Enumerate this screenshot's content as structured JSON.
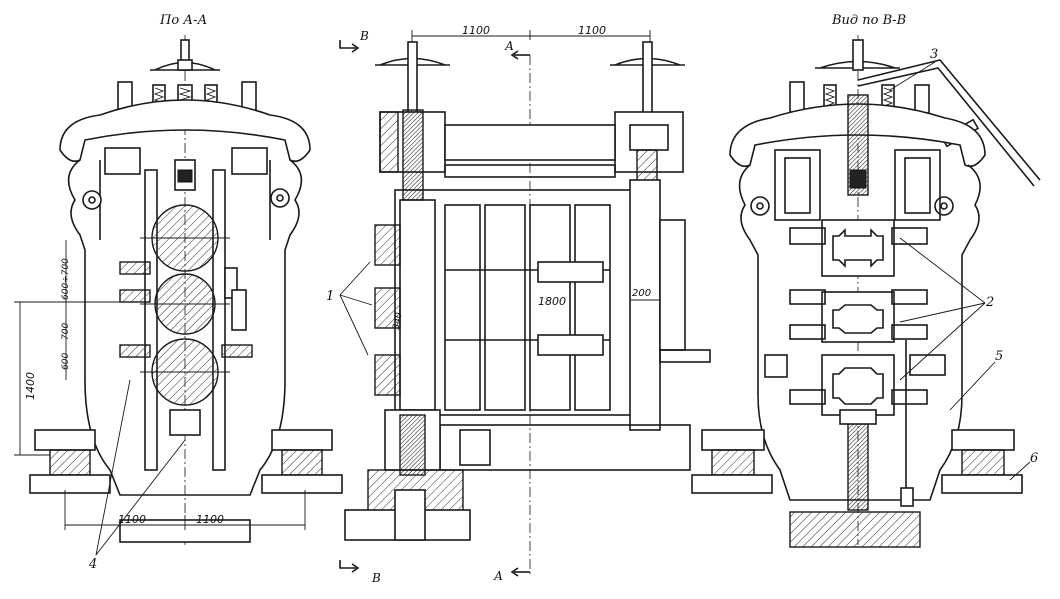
{
  "titles": {
    "left": "По А-А",
    "right": "Вид по В-В"
  },
  "section_marks": {
    "a_top": "А",
    "a_bottom": "А",
    "b_top": "В",
    "b_bottom": "В"
  },
  "dimensions": {
    "top_left": "1100",
    "top_right": "1100",
    "bottom_left": "1100",
    "bottom_right": "1100",
    "height_1400": "1400",
    "gap_600_700": "600÷700",
    "gap_700": "700",
    "gap_600": "600",
    "roll_1800": "1800",
    "side_200": "200",
    "inner_340": "340"
  },
  "callouts": {
    "c1": "1",
    "c2": "2",
    "c3": "3",
    "c4": "4",
    "c5": "5",
    "c6": "6"
  }
}
